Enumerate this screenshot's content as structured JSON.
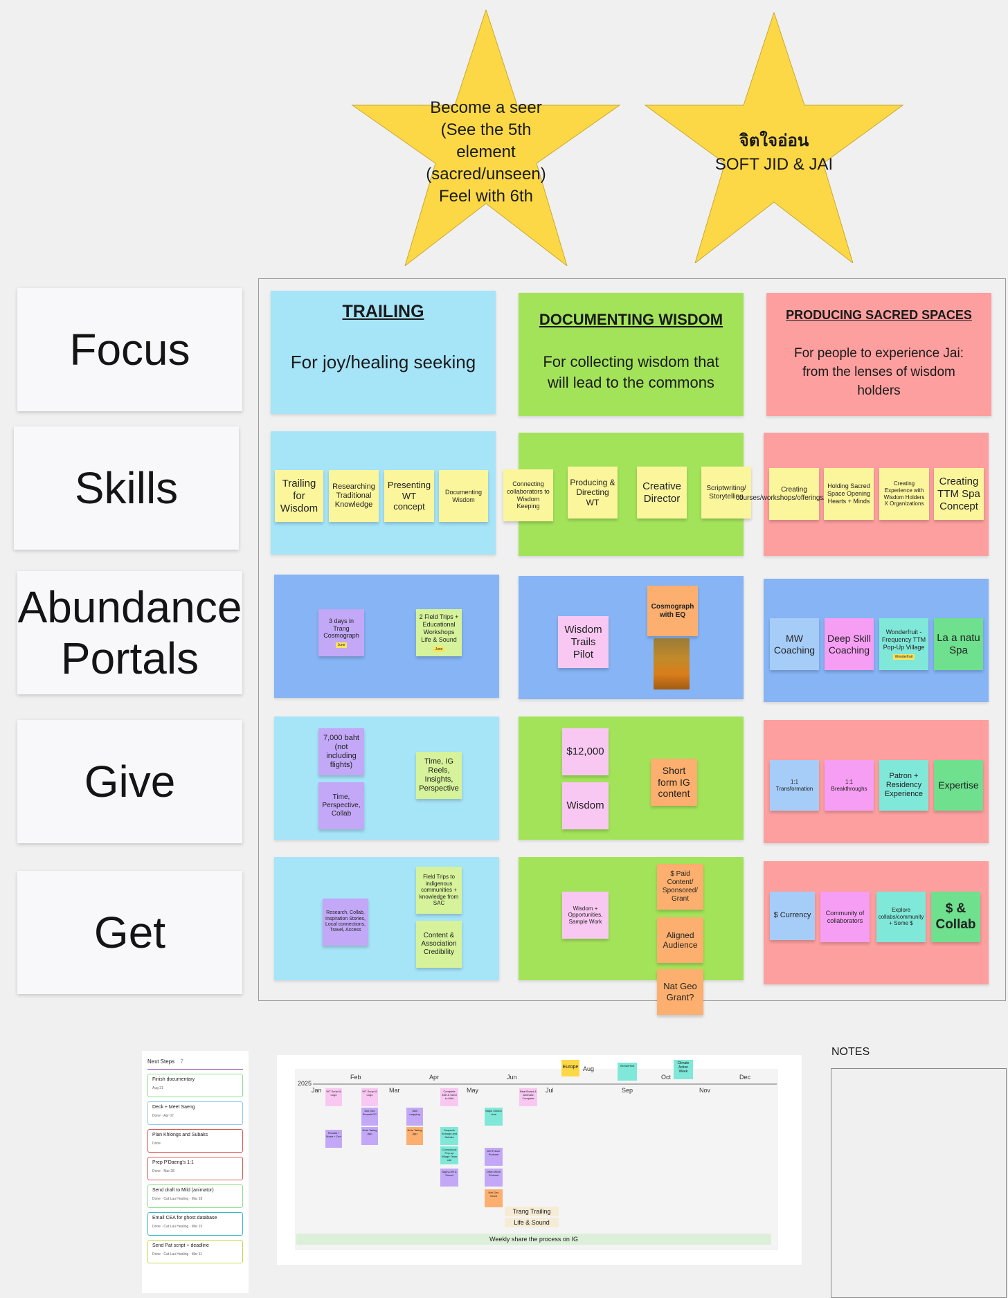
{
  "stars": [
    {
      "lines": [
        "Become a seer",
        "(See the 5th",
        "element",
        "(sacred/unseen)",
        "Feel with 6th"
      ]
    },
    {
      "lines": [
        "จิตใจอ่อน",
        "SOFT JID & JAI"
      ]
    }
  ],
  "row_labels": [
    "Focus",
    "Skills",
    "Abundance Portals",
    "Give",
    "Get"
  ],
  "focus": [
    {
      "title": "TRAILING",
      "subtitle": "For joy/healing seeking"
    },
    {
      "title": "DOCUMENTING WISDOM",
      "subtitle": "For collecting wisdom that will lead to the commons"
    },
    {
      "title": "PRODUCING SACRED SPACES",
      "subtitle": "For people to experience Jai: from the lenses of wisdom holders"
    }
  ],
  "skills": {
    "trailing": [
      "Trailing for Wisdom",
      "Researching Traditional Knowledge",
      "Presenting WT concept",
      "Documenting Wisdom"
    ],
    "documenting": [
      "Connecting collaborators to Wisdom Keeping",
      "Producing & Directing WT",
      "Creative Director",
      "Scriptwriting/ Storytelling"
    ],
    "producing": [
      "Creating courses/workshops/offerings/sessions",
      "Holding Sacred Space Opening Hearts + Minds",
      "Creating Experience with Wisdom Holders X Organizations",
      "Creating TTM Spa Concept"
    ]
  },
  "portals": {
    "trailing": [
      "3 days in Trang Cosmograph",
      "2 Field Trips + Educational Workshops Life & Sound"
    ],
    "documenting": [
      "Wisdom Trails Pilot",
      "Cosmograph with EQ"
    ],
    "producing": [
      "MW Coaching",
      "Deep Skill Coaching",
      "Wonderfruit - Frequency TTM Pop-Up Village",
      "La a natu Spa"
    ],
    "tags": [
      "June",
      "Wonderfruit"
    ]
  },
  "give": {
    "trailing": [
      "7,000 baht (not including flights)",
      "Time, Perspective, Collab",
      "Time, IG Reels, Insights, Perspective"
    ],
    "documenting": [
      "$12,000",
      "Wisdom",
      "Short form IG content"
    ],
    "producing": [
      "1:1 Transformation",
      "1:1 Breakthroughs",
      "Patron + Residency Experience",
      "Expertise"
    ]
  },
  "get": {
    "trailing": [
      "Research, Collab, Inspiration Stories, Local connections, Travel, Access",
      "Field Trips to indigenous communities + knowledge from SAC",
      "Content & Association Credibility"
    ],
    "documenting": [
      "Wisdom + Opportunities, Sample Work",
      "$ Paid Content/ Sponsored/ Grant",
      "Aligned Audience",
      "Nat Geo Grant?"
    ],
    "producing": [
      "$ Currency",
      "Community of collaborators",
      "Explore collabs/community + Some $",
      "$ & Collab"
    ]
  },
  "next_steps": {
    "header": "Next Steps",
    "count": "7",
    "items": [
      {
        "title": "Finish documentary",
        "meta": "Aug 31"
      },
      {
        "title": "Deck + Meet Saeng",
        "meta": "Done · Apr 07"
      },
      {
        "title": "Plan Khlongs and Subaks",
        "meta": "Done"
      },
      {
        "title": "Prep P'Daeng's 1:1",
        "meta": "Done · Mar 28"
      },
      {
        "title": "Send draft to Mild (animator)",
        "meta": "Done · Cat Lau Healing · Mar 18"
      },
      {
        "title": "Email CEA for ghost database",
        "meta": "Done · Cat Lau Healing · Mar 15"
      },
      {
        "title": "Send Pat script + deadline",
        "meta": "Done · Cat Lau Healing · Mar 11"
      }
    ]
  },
  "timeline": {
    "year": "2025",
    "months_top": [
      "Feb",
      "Apr",
      "Jun",
      "Aug",
      "Oct",
      "Dec"
    ],
    "months_bottom": [
      "Jan",
      "Mar",
      "May",
      "Jul",
      "Sep",
      "Nov"
    ],
    "floating": [
      "Europe",
      "Wonderfruit",
      "Climate Action Week"
    ],
    "chips": [
      "WT Script & Logo",
      "Rosalia + Maria + Dev",
      "WT Script & Logo",
      "Nat Geo Summit DC",
      "Note Taking App",
      "Skill mapping",
      "Note Taking App",
      "Complete Edit & Send to Mild",
      "Seapunk Khlongs and Subaks",
      "Cosmolocal Pop-up Village Team call",
      "Apply Life & Sound",
      "Maps Clinton chat",
      "DM Future Podcast",
      "Deep Work Podcast",
      "Nat Geo Grant",
      "Beat Board & Animatic Complete"
    ],
    "trang": "Trang Trailing",
    "life": "Life & Sound",
    "weekly": "Weekly share the process on IG"
  },
  "notes_title": "NOTES"
}
